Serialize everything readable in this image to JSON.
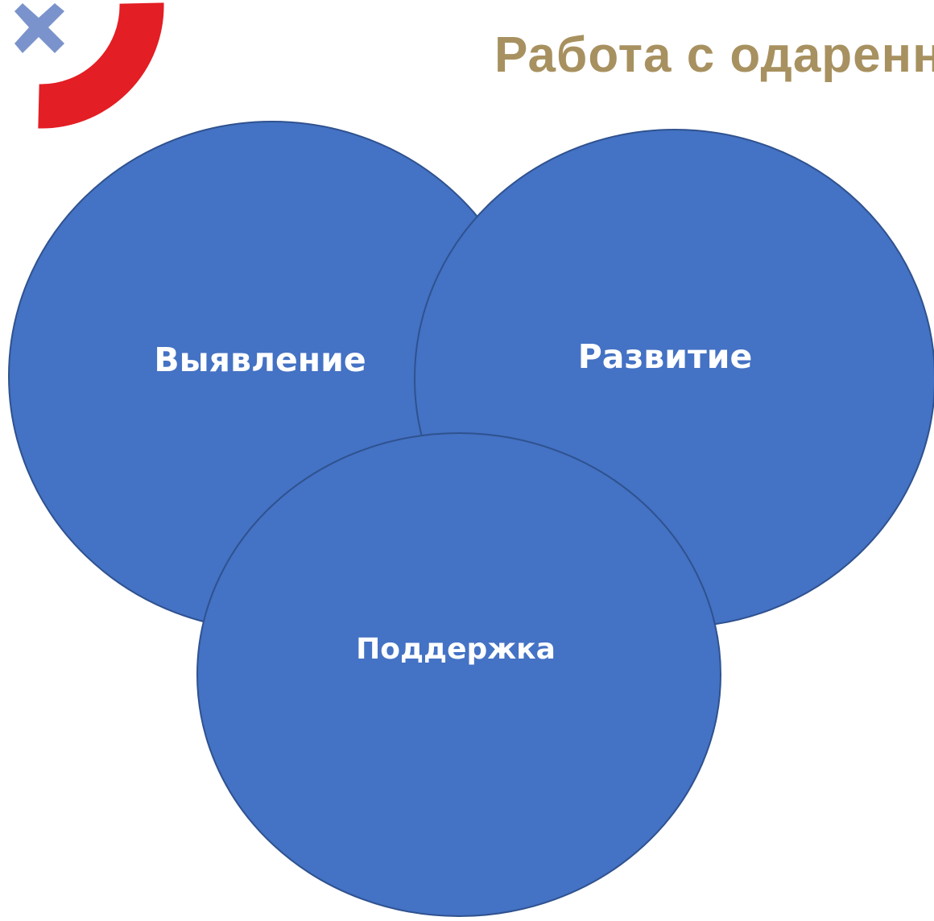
{
  "slide": {
    "title": "Работа с одаренн"
  },
  "logo": {
    "icons": [
      "cross-mark-icon",
      "red-arc-icon"
    ],
    "colors": {
      "cross": "#7B93CC",
      "arc": "#E31E24"
    }
  },
  "diagram": {
    "type": "venn",
    "sets": [
      {
        "label": "Выявление"
      },
      {
        "label": "Развитие"
      },
      {
        "label": "Поддержка"
      }
    ],
    "colors": {
      "fill": "#4472C4",
      "stroke": "#2F528F",
      "text": "#ffffff"
    }
  },
  "colors": {
    "title": "#A89160",
    "background": "#ffffff"
  }
}
